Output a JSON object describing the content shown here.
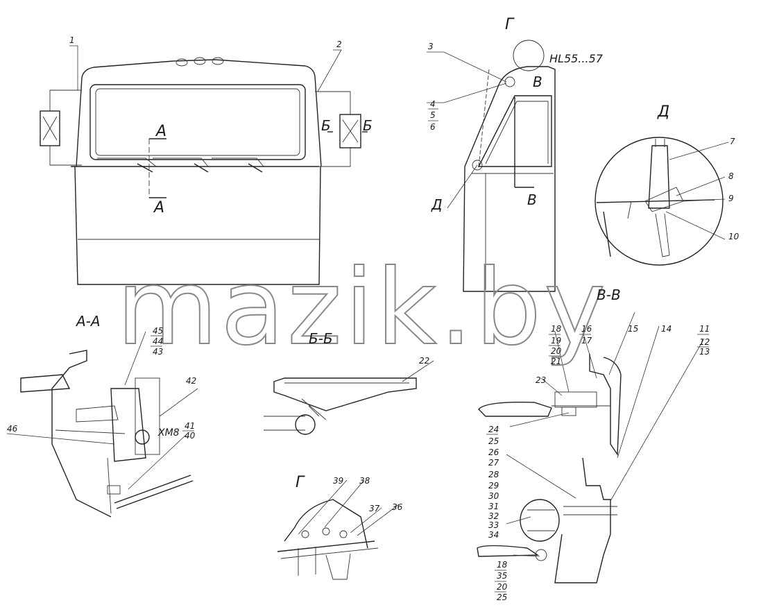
{
  "watermark": "mazik.by",
  "views": {
    "section_aa": "А-А",
    "section_bb": "Б-Б",
    "section_vv": "В-В",
    "view_g": "Г",
    "view_d": "Д",
    "view_g_top": "Г",
    "view_d_small": "Д"
  },
  "markers": {
    "a_top": "А",
    "a_bottom": "А",
    "b_left": "Б",
    "b_right": "Б",
    "v_top": "В",
    "v_bottom": "В",
    "lamp_ref": "HL55...57",
    "thread": "ХМ8"
  },
  "callouts": {
    "c1": "1",
    "c2": "2",
    "c3": "3",
    "c4": "4",
    "c5": "5",
    "c6": "6",
    "c7": "7",
    "c8": "8",
    "c9": "9",
    "c10": "10",
    "c11": "11",
    "c12": "12",
    "c13": "13",
    "c14": "14",
    "c15": "15",
    "c16": "16",
    "c17": "17",
    "c18": "18",
    "c19": "19",
    "c20": "20",
    "c21": "21",
    "c22": "22",
    "c23": "23",
    "c24": "24",
    "c25": "25",
    "c26": "26",
    "c27": "27",
    "c28": "28",
    "c29": "29",
    "c30": "30",
    "c31": "31",
    "c32": "32",
    "c33": "33",
    "c34": "34",
    "c18b": "18",
    "c35": "35",
    "c20b": "20",
    "c25b": "25",
    "c36": "36",
    "c37": "37",
    "c38": "38",
    "c39": "39",
    "c40": "40",
    "c41": "41",
    "c42": "42",
    "c43": "43",
    "c44": "44",
    "c45": "45",
    "c46": "46"
  }
}
